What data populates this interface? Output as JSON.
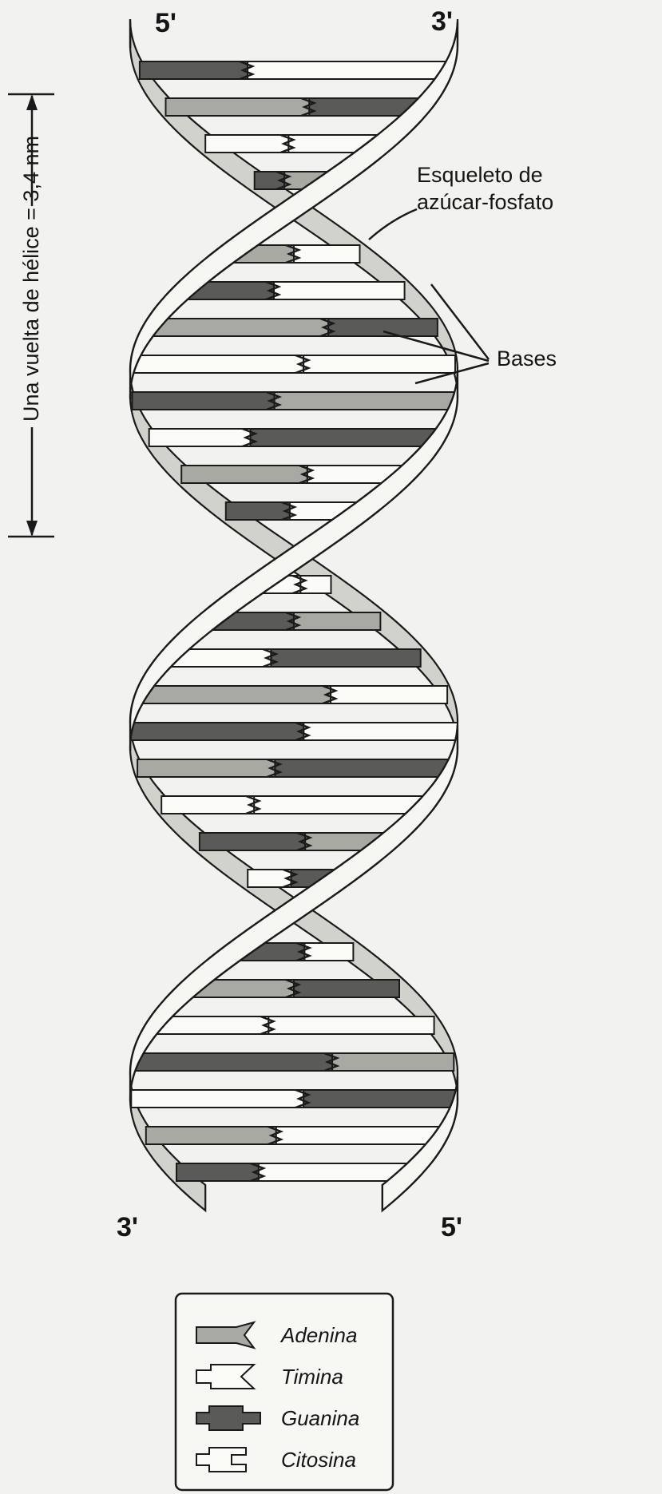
{
  "labels": {
    "top_left_end": "5'",
    "top_right_end": "3'",
    "bottom_left_end": "3'",
    "bottom_right_end": "5'",
    "turn_length": "Una vuelta de hélice = 3,4 nm",
    "backbone_line1": "Esqueleto de",
    "backbone_line2": "azúcar-fosfato",
    "bases": "Bases"
  },
  "legend": [
    {
      "name": "Adenina",
      "shade": "mid",
      "shape": "arrow"
    },
    {
      "name": "Timina",
      "shade": "light",
      "shape": "notch"
    },
    {
      "name": "Guanina",
      "shade": "dark",
      "shape": "block"
    },
    {
      "name": "Citosina",
      "shade": "light",
      "shape": "step"
    }
  ],
  "colors": {
    "ink": "#1a1a1a",
    "paper": "#f2f2f0",
    "strand": "#f6f6f2",
    "guanina_fill": "#5a5a58",
    "adenina_fill": "#a9a9a4"
  }
}
